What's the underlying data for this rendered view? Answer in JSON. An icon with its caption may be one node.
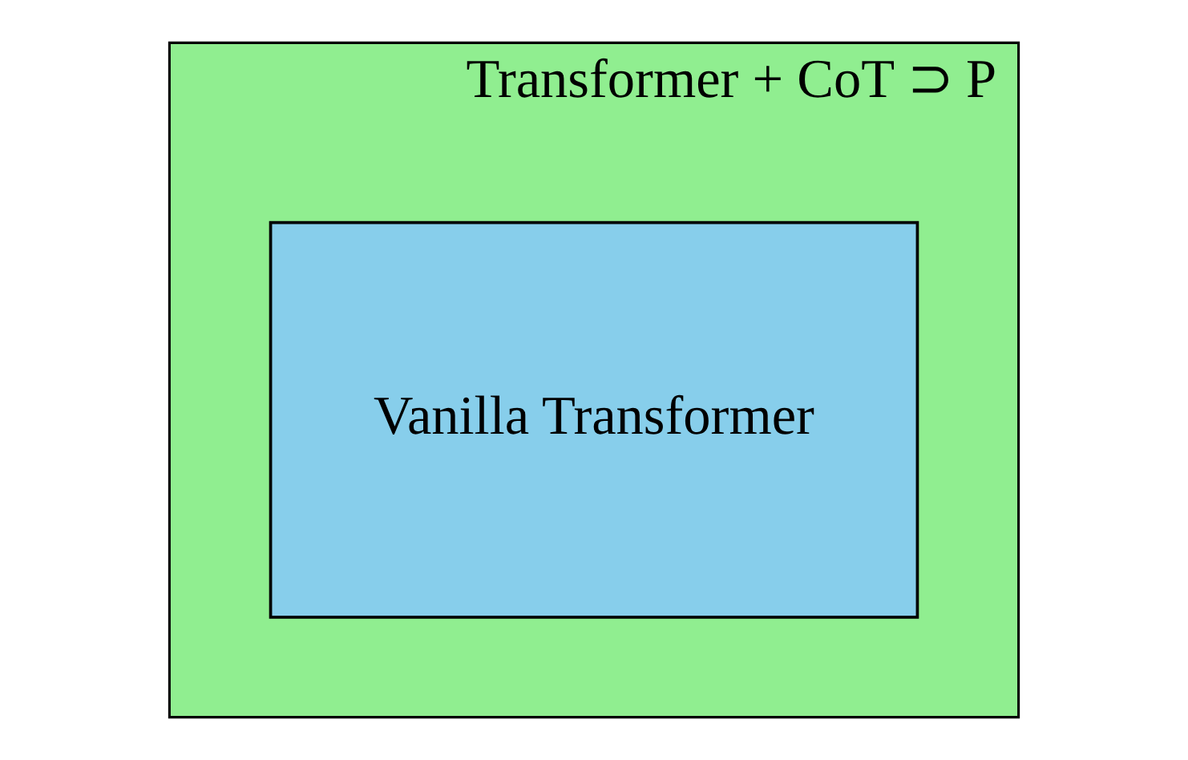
{
  "diagram": {
    "nodes": [
      {
        "text": [
          "Transformer + CoT ⊃ P"
        ]
      },
      {
        "text": [
          "Vanilla Transformer"
        ],
        "in": 0
      }
    ]
  }
}
